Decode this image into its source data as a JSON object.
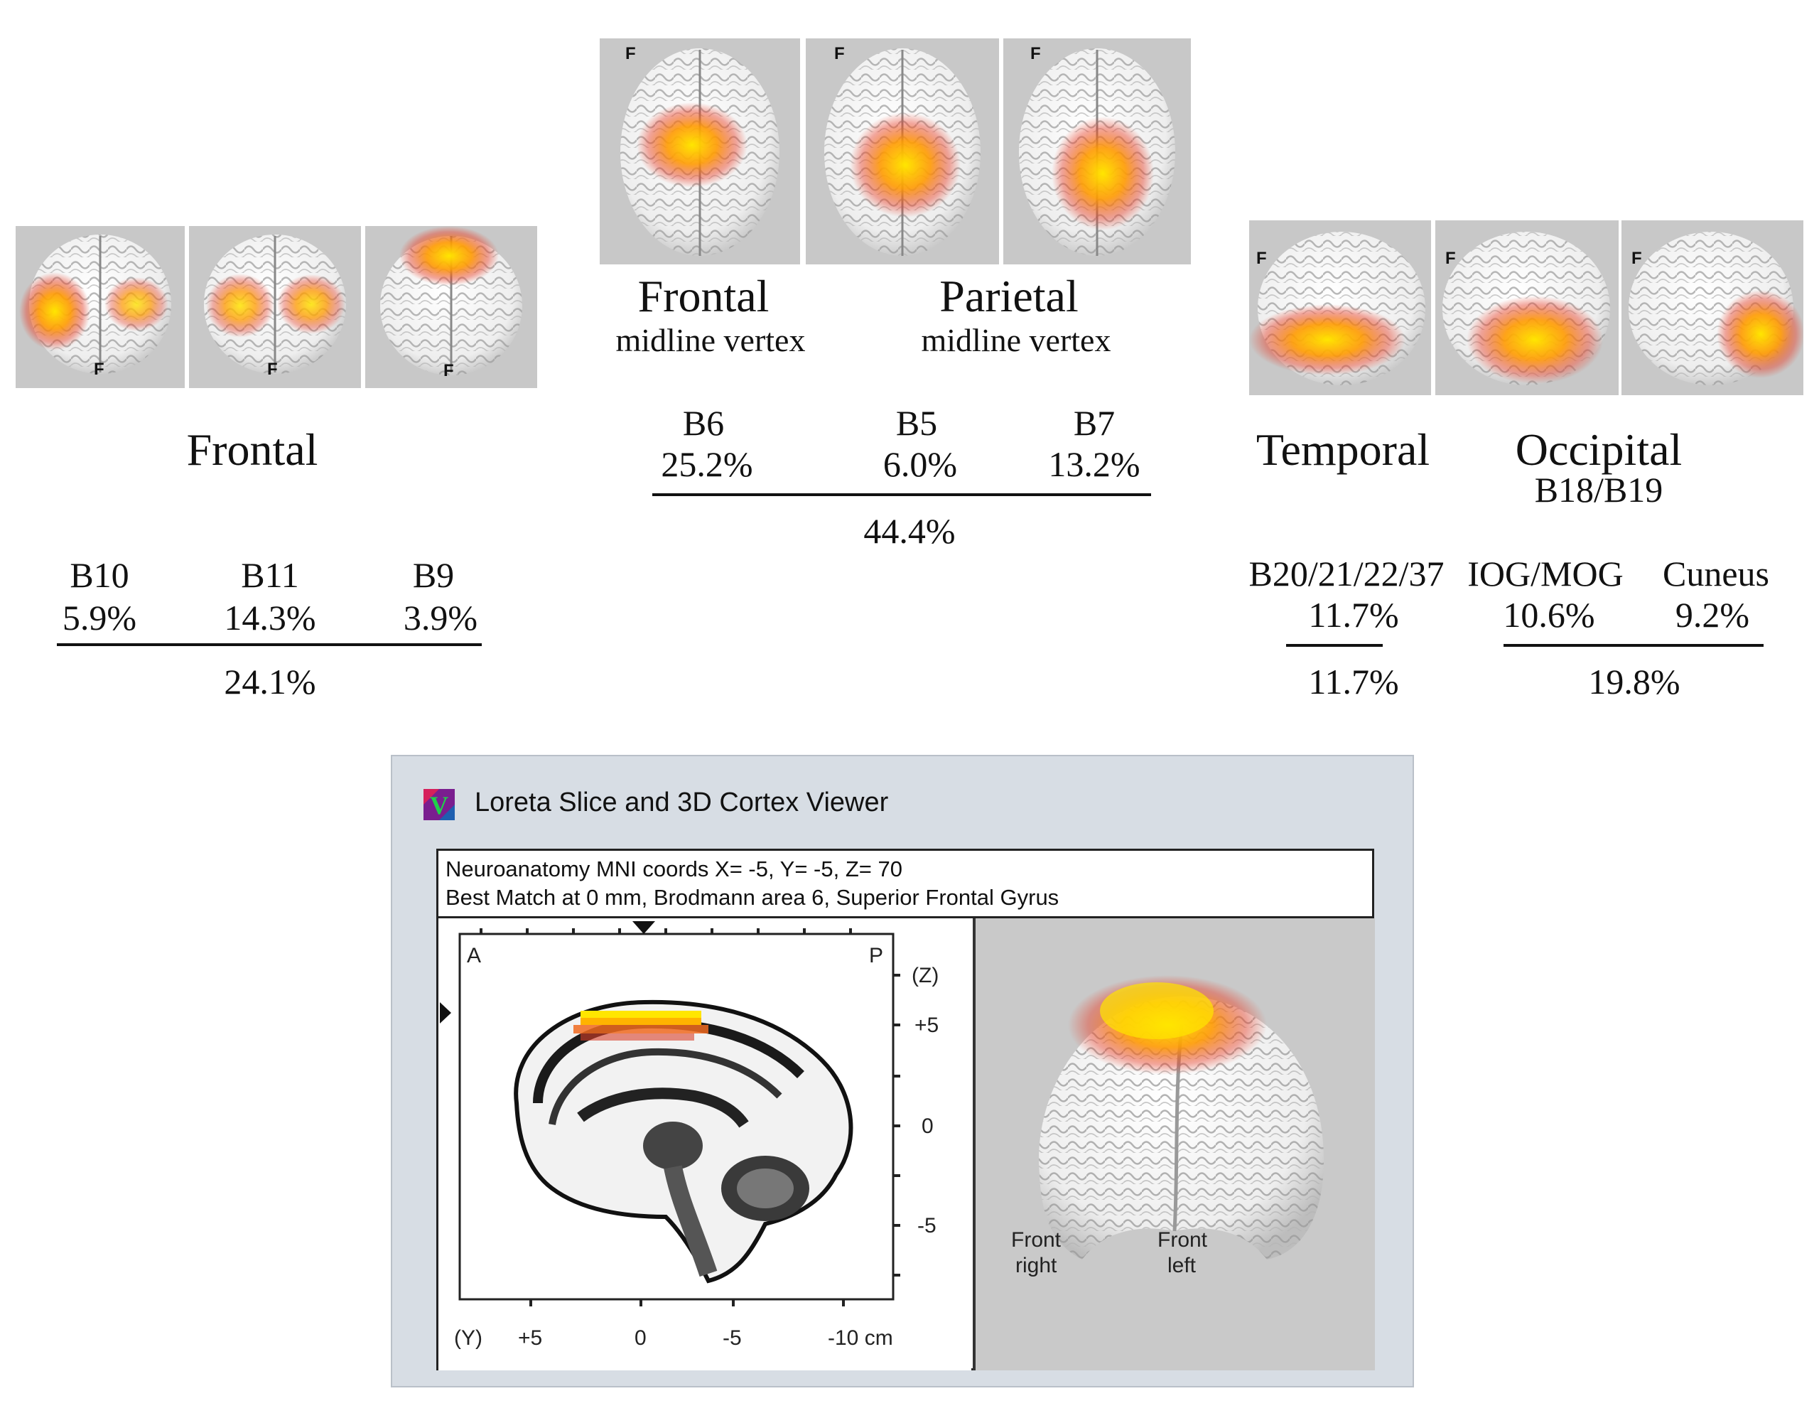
{
  "frontal_group": {
    "thumb_labels": [
      "F",
      "F",
      "F"
    ],
    "title": "Frontal",
    "areas": [
      {
        "name": "B10",
        "value": "5.9%"
      },
      {
        "name": "B11",
        "value": "14.3%"
      },
      {
        "name": "B9",
        "value": "3.9%"
      }
    ],
    "total": "24.1%"
  },
  "midline_group": {
    "thumb_labels": [
      "F",
      "F",
      "F"
    ],
    "frontal_title": "Frontal",
    "frontal_sub": "midline vertex",
    "parietal_title": "Parietal",
    "parietal_sub": "midline vertex",
    "areas": [
      {
        "name": "B6",
        "value": "25.2%"
      },
      {
        "name": "B5",
        "value": "6.0%"
      },
      {
        "name": "B7",
        "value": "13.2%"
      }
    ],
    "total": "44.4%"
  },
  "temporal_occipital_group": {
    "thumb_labels": [
      "F",
      "F",
      "F"
    ],
    "temporal_title": "Temporal",
    "occipital_title": "Occipital",
    "occipital_sub": "B18/B19",
    "areas": [
      {
        "name": "B20/21/22/37",
        "value": "11.7%"
      },
      {
        "name": "IOG/MOG",
        "value": "10.6%"
      },
      {
        "name": "Cuneus",
        "value": "9.2%"
      }
    ],
    "temporal_total": "11.7%",
    "occipital_total": "19.8%"
  },
  "viewer": {
    "app_icon_letter": "V",
    "window_title": "Loreta Slice and 3D Cortex Viewer",
    "info_line1": "Neuroanatomy MNI coords X= -5, Y= -5, Z= 70",
    "info_line2": "Best Match at 0 mm, Brodmann area 6, Superior Frontal Gyrus",
    "slice": {
      "corner_a": "A",
      "corner_p": "P",
      "z_axis_label": "(Z)",
      "z_ticks": [
        "+5",
        "0",
        "-5"
      ],
      "y_axis_label": "(Y)",
      "y_ticks": [
        "+5",
        "0",
        "-5",
        "-10 cm"
      ]
    },
    "cortex": {
      "label_right_1": "Front",
      "label_right_2": "right",
      "label_left_1": "Front",
      "label_left_2": "left"
    },
    "colors": {
      "hot_yellow": "#ffe600",
      "hot_orange": "#ff8a00",
      "hot_red": "#e8402a"
    }
  }
}
